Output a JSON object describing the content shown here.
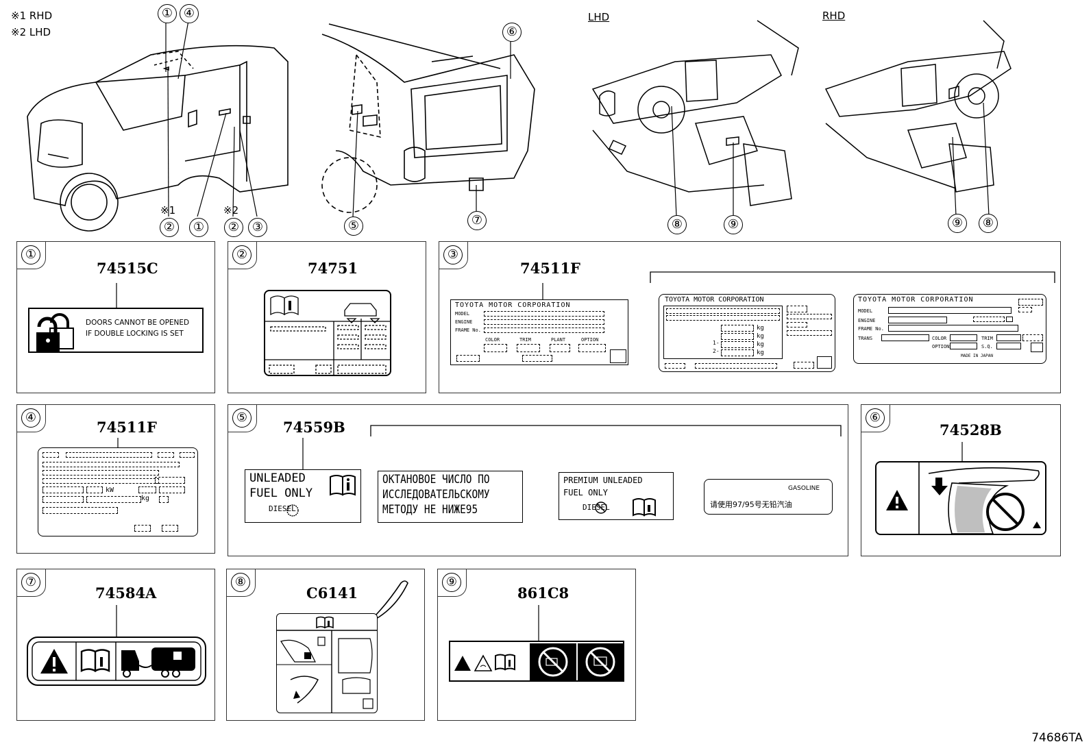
{
  "notes": {
    "rhd": "※1 RHD",
    "lhd": "※2 LHD"
  },
  "view_labels": {
    "lhd": "LHD",
    "rhd": "RHD"
  },
  "top_callouts": {
    "c1a": "①",
    "c4": "④",
    "c2a": "②",
    "c1b": "①",
    "c2b": "②",
    "c3": "③",
    "m1": "※1",
    "m2": "※2",
    "c6": "⑥",
    "c5": "⑤",
    "c7": "⑦",
    "c8a": "⑧",
    "c9a": "⑨",
    "c9b": "⑨",
    "c8b": "⑧"
  },
  "panels": {
    "p1": {
      "num": "①",
      "part": "74515C",
      "text1": "DOORS CANNOT BE OPENED",
      "text2": "IF DOUBLE LOCKING IS SET"
    },
    "p2": {
      "num": "②",
      "part": "74751"
    },
    "p3": {
      "num": "③",
      "part": "74511F",
      "a_title": "TOYOTA MOTOR CORPORATION",
      "a_model": "MODEL",
      "a_engine": "ENGINE",
      "a_frame": "FRAME No.",
      "a_color": "COLOR",
      "a_trim": "TRIM",
      "a_plant": "PLANT",
      "a_option": "OPTION",
      "b_title": "TOYOTA MOTOR CORPORATION",
      "b_kg": "kg",
      "b_1": "1-",
      "b_2": "2-",
      "c_title": "TOYOTA MOTOR CORPORATION",
      "c_model": "MODEL",
      "c_engine": "ENGINE",
      "c_frame": "FRAME No.",
      "c_trans": "TRANS",
      "c_color": "COLOR",
      "c_trim": "TRIM",
      "c_options": "OPTIONS",
      "c_sq": "S.Q.",
      "c_made": "MADE IN JAPAN"
    },
    "p4": {
      "num": "④",
      "part": "74511F",
      "kw": "kW",
      "kg": "kg"
    },
    "p5": {
      "num": "⑤",
      "part": "74559B",
      "l1a": "UNLEADED",
      "l1b": "FUEL ONLY",
      "l1c": "DIESEL",
      "l2a": "ОКТАНОВОЕ ЧИСЛО ПО",
      "l2b": "ИССЛЕДОВАТЕЛЬСКОМУ",
      "l2c": "МЕТОДУ НЕ НИЖЕ95",
      "l3a": "PREMIUM  UNLEADED",
      "l3b": "FUEL  ONLY",
      "l3c": "DIESEL",
      "l4a": "GASOLINE",
      "l4b": "请使用97/95号无铅汽油"
    },
    "p6": {
      "num": "⑥",
      "part": "74528B"
    },
    "p7": {
      "num": "⑦",
      "part": "74584A"
    },
    "p8": {
      "num": "⑧",
      "part": "C6141"
    },
    "p9": {
      "num": "⑨",
      "part": "861C8"
    }
  },
  "footer": "74686TA"
}
